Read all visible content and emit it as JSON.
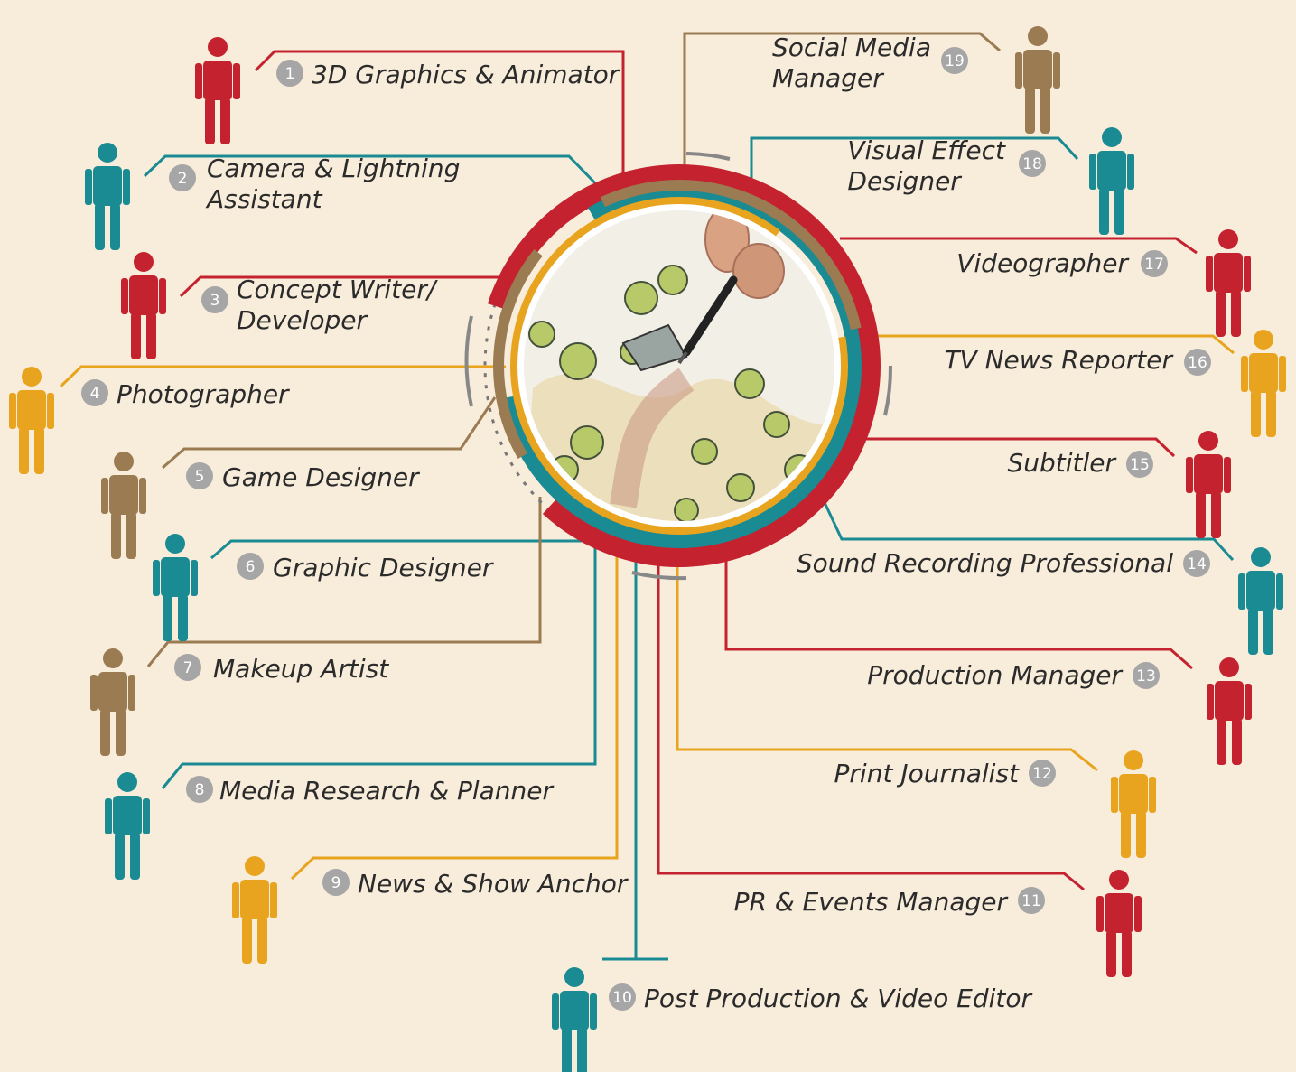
{
  "colors": {
    "background": "#f8ecdb",
    "red": "#c5222f",
    "teal": "#1a8a93",
    "gold": "#e8a41e",
    "brown": "#9a7b52",
    "badge": "#a6a6a6"
  },
  "center_image": {
    "icon": "sketch-drawing-photo"
  },
  "careers": [
    {
      "number": "1",
      "lines": [
        "3D Graphics & Animator"
      ],
      "color": "red"
    },
    {
      "number": "2",
      "lines": [
        "Camera  & Lightning",
        "Assistant"
      ],
      "color": "teal"
    },
    {
      "number": "3",
      "lines": [
        "Concept Writer/",
        "Developer"
      ],
      "color": "red"
    },
    {
      "number": "4",
      "lines": [
        "Photographer"
      ],
      "color": "gold"
    },
    {
      "number": "5",
      "lines": [
        "Game Designer"
      ],
      "color": "brown"
    },
    {
      "number": "6",
      "lines": [
        "Graphic Designer"
      ],
      "color": "teal"
    },
    {
      "number": "7",
      "lines": [
        "Makeup Artist"
      ],
      "color": "brown"
    },
    {
      "number": "8",
      "lines": [
        "Media Research & Planner"
      ],
      "color": "teal"
    },
    {
      "number": "9",
      "lines": [
        "News & Show Anchor"
      ],
      "color": "gold"
    },
    {
      "number": "10",
      "lines": [
        "Post Production & Video Editor"
      ],
      "color": "teal"
    },
    {
      "number": "11",
      "lines": [
        "PR & Events Manager"
      ],
      "color": "red"
    },
    {
      "number": "12",
      "lines": [
        "Print Journalist"
      ],
      "color": "gold"
    },
    {
      "number": "13",
      "lines": [
        "Production Manager"
      ],
      "color": "red"
    },
    {
      "number": "14",
      "lines": [
        "Sound Recording Professional"
      ],
      "color": "teal"
    },
    {
      "number": "15",
      "lines": [
        "Subtitler"
      ],
      "color": "red"
    },
    {
      "number": "16",
      "lines": [
        "TV News Reporter"
      ],
      "color": "gold"
    },
    {
      "number": "17",
      "lines": [
        "Videographer"
      ],
      "color": "red"
    },
    {
      "number": "18",
      "lines": [
        "Visual Effect",
        "Designer"
      ],
      "color": "teal"
    },
    {
      "number": "19",
      "lines": [
        "Social Media",
        "Manager"
      ],
      "color": "brown"
    }
  ]
}
